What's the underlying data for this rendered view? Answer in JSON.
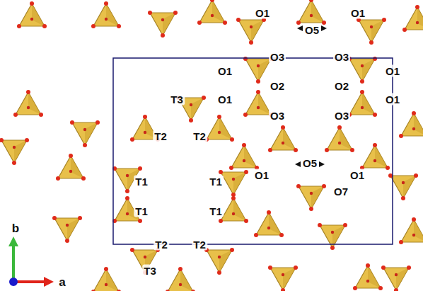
{
  "diagram": {
    "labels": [
      "O1",
      "O1",
      "O5",
      "O3",
      "O3",
      "O1",
      "O1",
      "O2",
      "O2",
      "T3",
      "O1",
      "O1",
      "O3",
      "O3",
      "T2",
      "T2",
      "O5",
      "O1",
      "O1",
      "T1",
      "T1",
      "O7",
      "T1",
      "T1",
      "T2",
      "T2",
      "T3",
      "b",
      "a"
    ]
  }
}
